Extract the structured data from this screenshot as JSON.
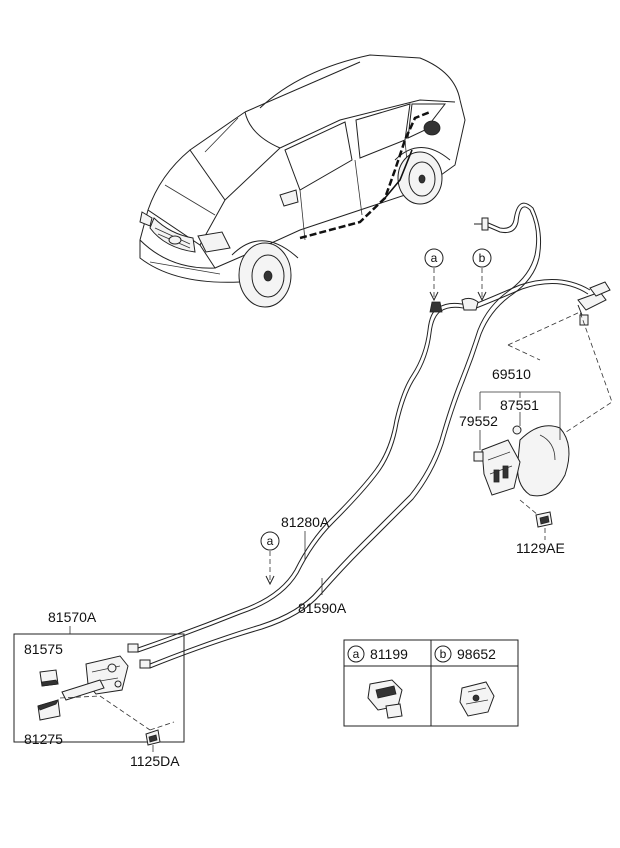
{
  "labels": {
    "p69510": "69510",
    "p87551": "87551",
    "p79552": "79552",
    "p1129AE": "1129AE",
    "p81280A": "81280A",
    "p81590A": "81590A",
    "p81570A": "81570A",
    "p81575": "81575",
    "p81275": "81275",
    "p1125DA": "1125DA"
  },
  "callouts": {
    "a": "a",
    "b": "b"
  },
  "legend": {
    "a_letter": "a",
    "a_part": "81199",
    "b_letter": "b",
    "b_part": "98652"
  }
}
